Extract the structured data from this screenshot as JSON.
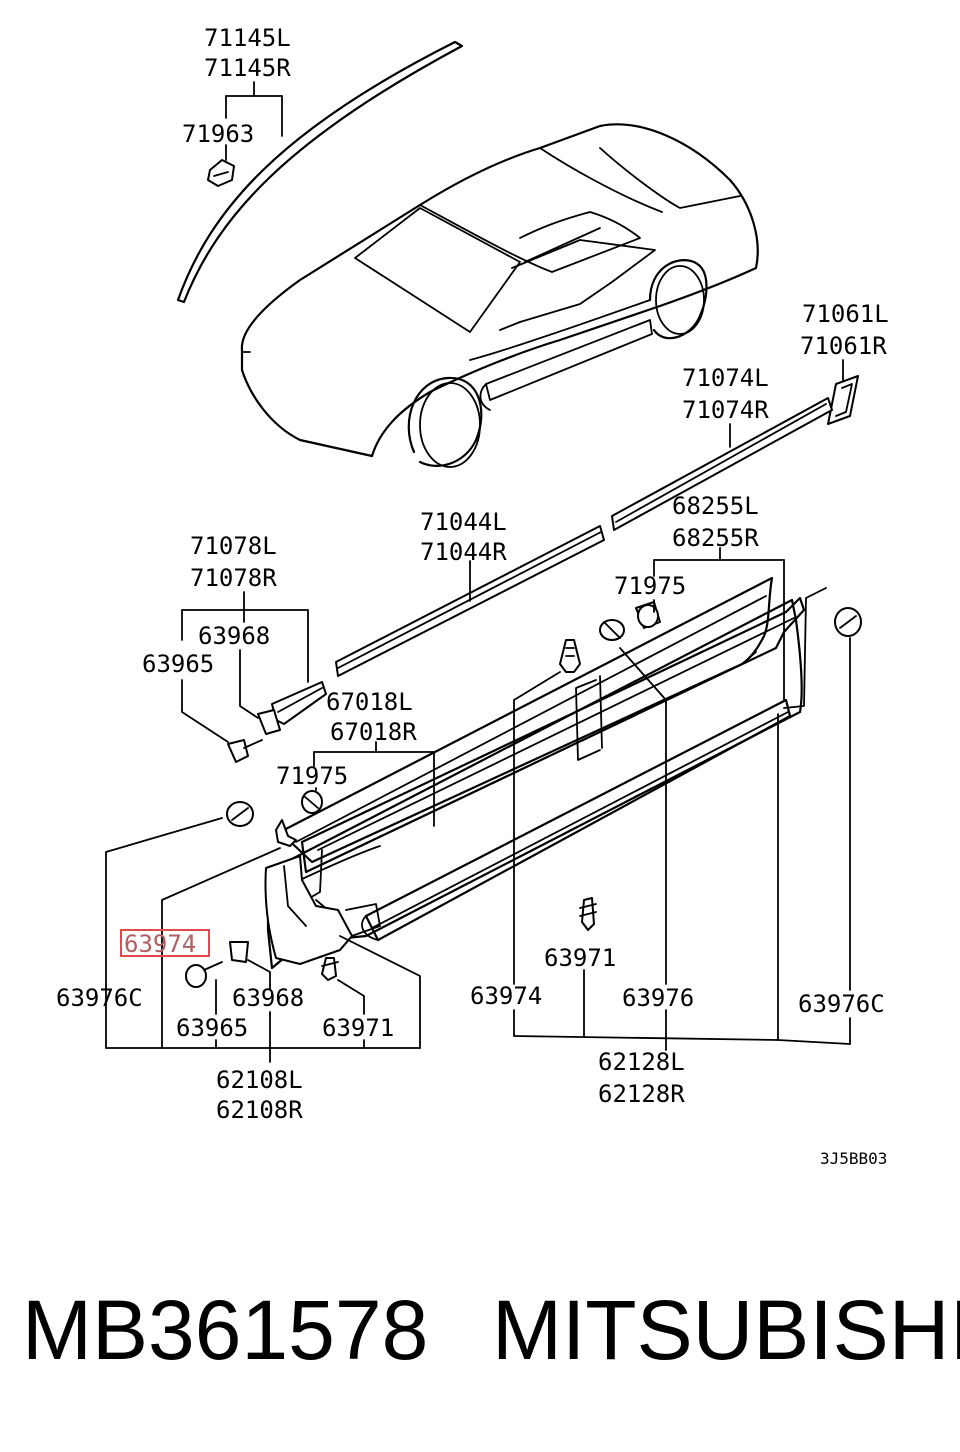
{
  "callouts": {
    "c71145l": "71145L",
    "c71145r": "71145R",
    "c71963": "71963",
    "c71061l": "71061L",
    "c71061r": "71061R",
    "c71074l": "71074L",
    "c71074r": "71074R",
    "c71044l": "71044L",
    "c71044r": "71044R",
    "c68255l": "68255L",
    "c68255r": "68255R",
    "c71078l": "71078L",
    "c71078r": "71078R",
    "c71975a": "71975",
    "c63968a": "63968",
    "c63965a": "63965",
    "c67018l": "67018L",
    "c67018r": "67018R",
    "c71975b": "71975",
    "c63974a": "63974",
    "c63971a": "63971",
    "c63976ca": "63976C",
    "c63968b": "63968",
    "c63974b": "63974",
    "c63976": "63976",
    "c63976cb": "63976C",
    "c63965b": "63965",
    "c63971b": "63971",
    "c62128l": "62128L",
    "c62128r": "62128R",
    "c62108l": "62108L",
    "c62108r": "62108R"
  },
  "diagram_code": "3J5BB03",
  "footer": {
    "part_number": "MB361578",
    "brand": "MITSUBISHI"
  },
  "highlight_color": "#e04a4a"
}
